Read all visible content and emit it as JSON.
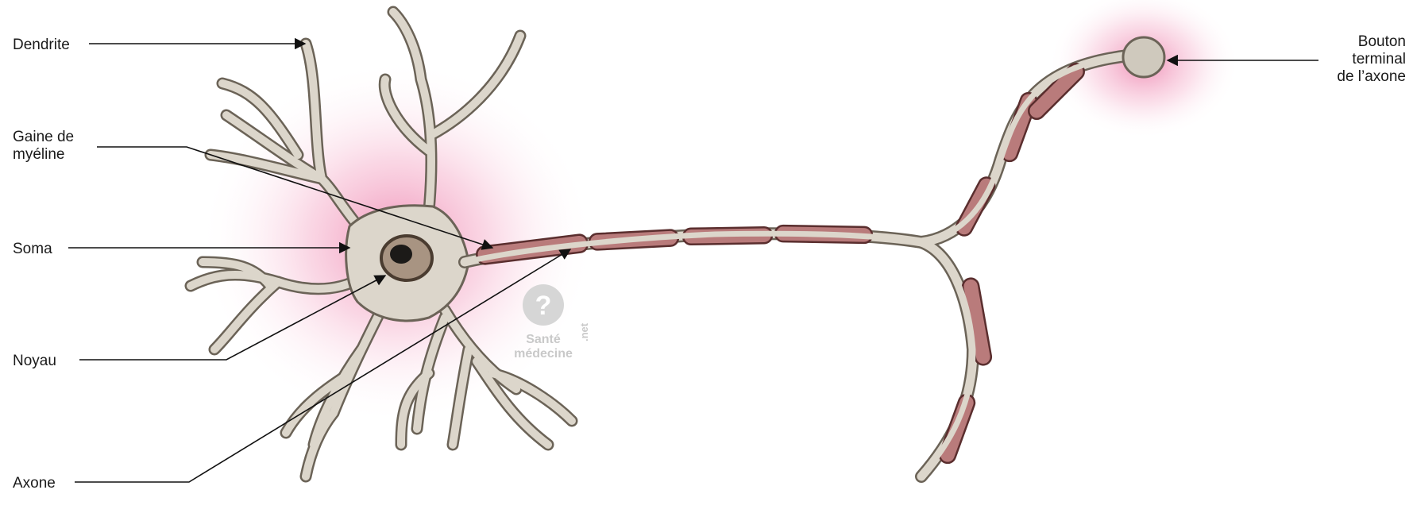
{
  "labels": {
    "dendrite": "Dendrite",
    "myelin_line1": "Gaine de",
    "myelin_line2": "myéline",
    "soma": "Soma",
    "noyau": "Noyau",
    "axone": "Axone",
    "bouton_line1": "Bouton",
    "bouton_line2": "terminal",
    "bouton_line3": "de l’axone"
  },
  "watermark": {
    "line1": "Santé",
    "line2": "médecine",
    "suffix": ".net"
  },
  "colors": {
    "cell_fill": "#dcd6cb",
    "cell_stroke": "#6b6357",
    "myelin_fill": "#b97b7b",
    "myelin_stroke": "#5a2e2e",
    "nucleus_fill": "#a89482",
    "nucleolus": "#1c1a18",
    "glow": "#e8669c",
    "watermark": "#c9c9c9"
  }
}
